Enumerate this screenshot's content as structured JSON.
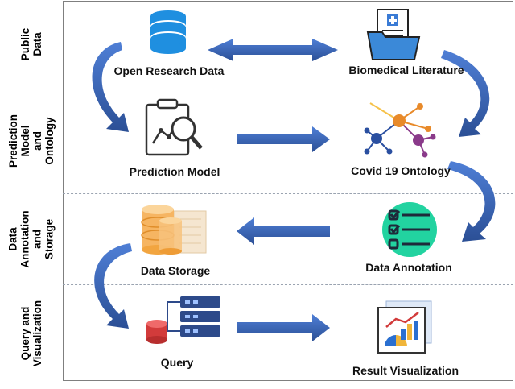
{
  "rows": [
    {
      "label": "Public Data"
    },
    {
      "label": "Prediction\nModel and\nOntology"
    },
    {
      "label": "Data\nAnnotation\nand Storage"
    },
    {
      "label": "Query and\nVisualization"
    }
  ],
  "nodes": {
    "open_research_data": "Open Research Data",
    "biomedical_literature": "Biomedical Literature",
    "prediction_model": "Prediction Model",
    "covid_ontology": "Covid 19 Ontology",
    "data_storage": "Data Storage",
    "data_annotation": "Data Annotation",
    "query": "Query",
    "result_visualization": "Result Visualization"
  },
  "colors": {
    "arrow": "#3f6bbf",
    "arrow_dark": "#2b4f95",
    "database_blue": "#1f8fe0",
    "annotation_green": "#22d3a0",
    "storage_orange": "#f2a540"
  }
}
